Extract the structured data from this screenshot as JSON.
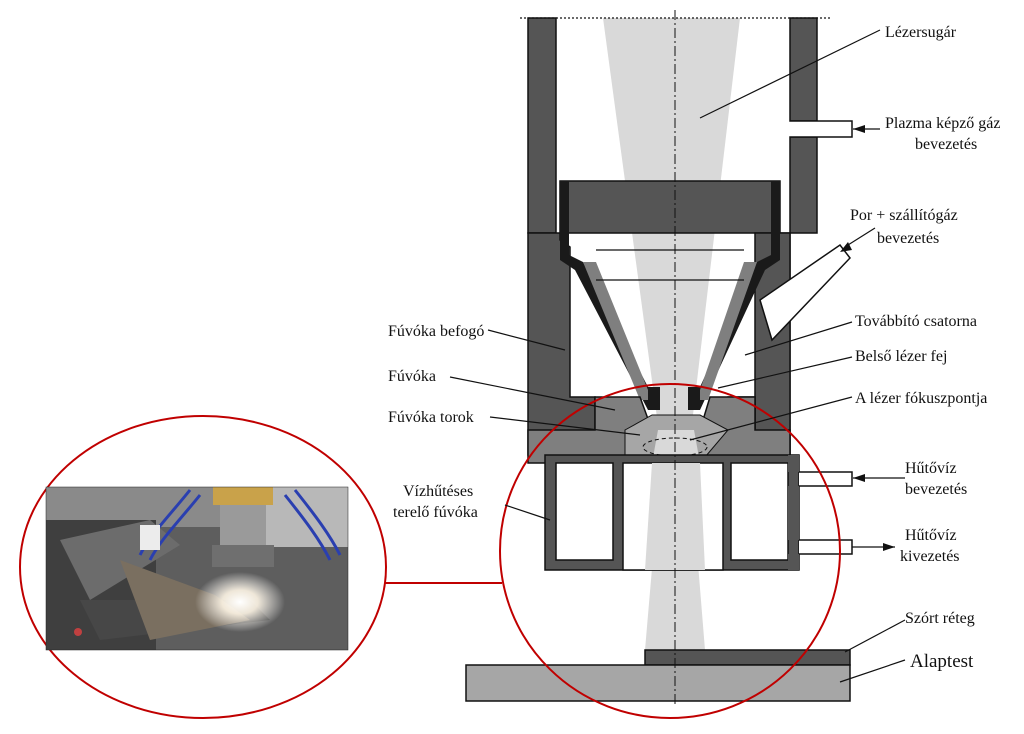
{
  "labels": {
    "lezersugar": "Lézersugár",
    "plazma_1": "Plazma képző gáz",
    "plazma_2": "bevezetés",
    "por_1": "Por + szállítógáz",
    "por_2": "bevezetés",
    "tovabbito": "Továbbító csatorna",
    "belso_lezer": "Belső lézer fej",
    "fokusz": "A lézer fókuszpontja",
    "fuvoka_befogo": "Fúvóka befogó",
    "fuvoka": "Fúvóka",
    "fuvoka_torok": "Fúvóka torok",
    "vizhutes_1": "Vízhűtéses",
    "vizhutes_2": "terelő fúvóka",
    "hutoviz_be_1": "Hűtővíz",
    "hutoviz_be_2": "bevezetés",
    "hutoviz_ki_1": "Hűtővíz",
    "hutoviz_ki_2": "kivezetés",
    "szort_reteg": "Szórt réteg",
    "alaptest": "Alaptest"
  },
  "colors": {
    "dark_wall": "#555555",
    "mid_gray": "#7f7f7f",
    "light_gray": "#a6a6a6",
    "beam": "#d9d9d9",
    "highlight_circle": "#c00000",
    "outline": "#111111"
  },
  "inset_photo": {
    "icon": "laser-cladding-photo-icon"
  }
}
